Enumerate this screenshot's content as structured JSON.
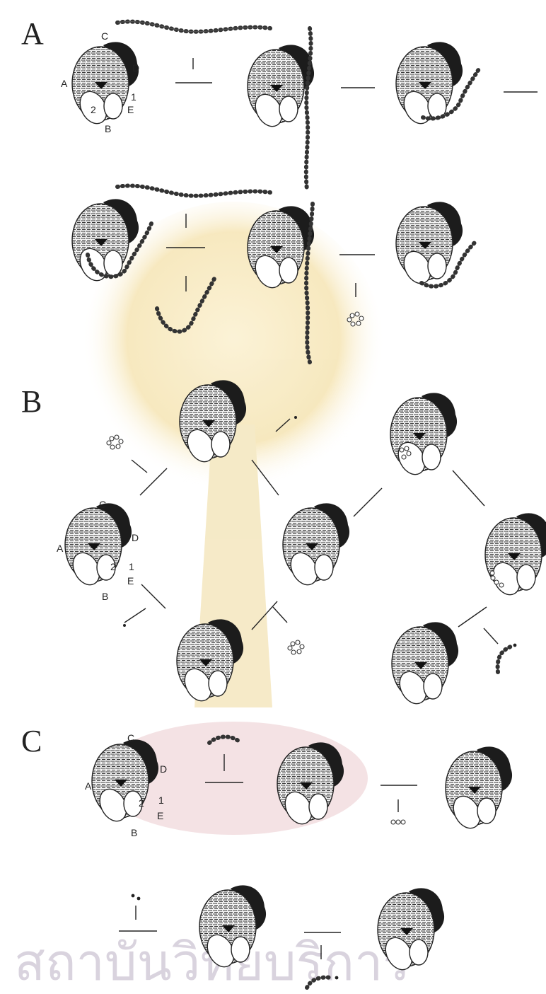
{
  "panels": {
    "A": {
      "label": "A"
    },
    "B": {
      "label": "B"
    },
    "C": {
      "label": "C"
    }
  },
  "site_labels": {
    "a": "A",
    "b": "B",
    "c": "C",
    "d": "D",
    "e": "E",
    "one": "1",
    "two": "2"
  },
  "watermark": {
    "text": "สถาบันวิทยบริการ"
  },
  "colors": {
    "ink": "#222222",
    "stipple": "#444444",
    "watermark_gold": "#f3e3b6",
    "watermark_pink": "#ecd0d4"
  }
}
